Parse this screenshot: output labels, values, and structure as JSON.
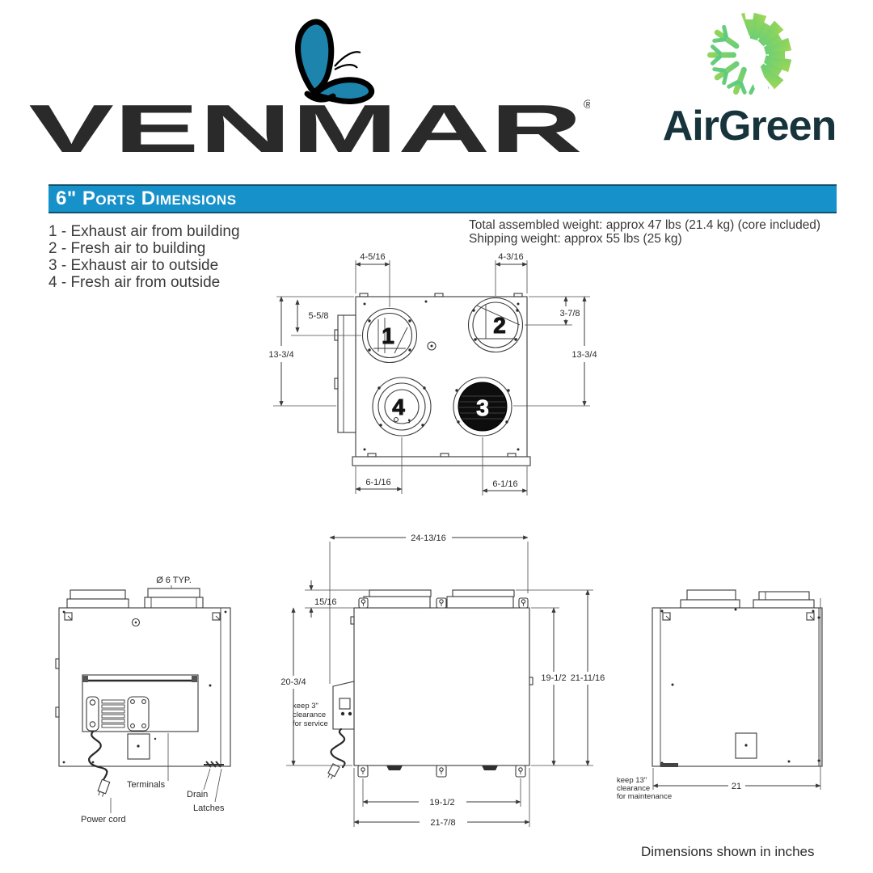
{
  "header": {
    "venmar": {
      "wordmark": "VENMAR",
      "registered": "®"
    },
    "airgreen": {
      "wordmark": "AirGreen"
    }
  },
  "banner": {
    "title": "6\" Ports Dimensions"
  },
  "intro": {
    "legend": [
      "1 - Exhaust air from building",
      "2 - Fresh air to building",
      "3 - Exhaust air to outside",
      "4 - Fresh air from outside"
    ],
    "weight_line1": "Total assembled weight: approx 47 lbs (21.4 kg) (core included)",
    "weight_line2": "Shipping weight: approx 55 lbs (25 kg)"
  },
  "ports_view": {
    "port1": "1",
    "port2": "2",
    "port3": "3",
    "port4": "4",
    "dim_top_left": "4-5/16",
    "dim_top_right": "4-3/16",
    "dim_left_upper": "5-5/8",
    "dim_right_upper": "3-7/8",
    "dim_left_height": "13-3/4",
    "dim_right_height": "13-3/4",
    "dim_bottom_left": "6-1/16",
    "dim_bottom_right": "6-1/16"
  },
  "left_side_view": {
    "duct_note": "Ø 6 TYP.",
    "label_terminals": "Terminals",
    "label_drain": "Drain",
    "label_latches": "Latches",
    "label_power_cord": "Power cord"
  },
  "front_view": {
    "dim_width_overall": "24-13/16",
    "dim_collar_height": "15/16",
    "dim_height_case": "20-3/4",
    "dim_height_inner": "19-1/2",
    "dim_height_overall": "21-11/16",
    "dim_width_feet": "19-1/2",
    "dim_width_case": "21-7/8",
    "service_note_l1": "keep 3\"",
    "service_note_l2": "clearance",
    "service_note_l3": "for service"
  },
  "right_side_view": {
    "dim_depth": "21",
    "maintenance_note_l1": "keep 13\"",
    "maintenance_note_l2": "clearance",
    "maintenance_note_l3": "for maintenance"
  },
  "footer": {
    "note": "Dimensions shown in inches"
  },
  "colors": {
    "banner_blue": "#1691c9",
    "butterfly_blue": "#1d84ae",
    "airgreen_dark": "#17333b",
    "drawing_line": "#3a3a3a"
  }
}
